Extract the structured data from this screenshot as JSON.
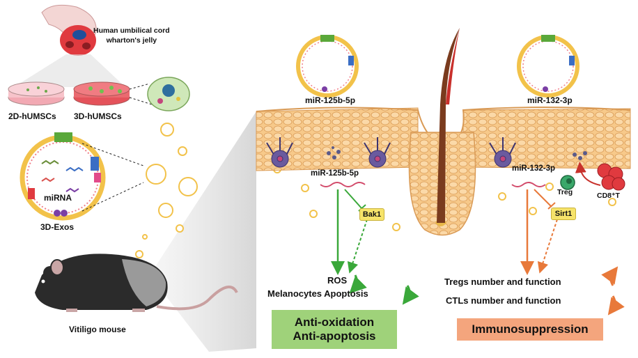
{
  "source": {
    "title": "Human umbilical cord",
    "subtitle": "wharton's jelly"
  },
  "culture": {
    "dish_2d": "2D-hUMSCs",
    "dish_3d": "3D-hUMSCs"
  },
  "exosome": {
    "cargo": "miRNA",
    "name": "3D-Exos"
  },
  "model": {
    "mouse": "Vitiligo mouse"
  },
  "left_pathway": {
    "top_label": "miR-125b-5p",
    "skin_label": "miR-125b-5p",
    "target": "Bak1",
    "outcome_1": "ROS",
    "outcome_2": "Melanocytes Apoptosis",
    "effect_line_1": "Anti-oxidation",
    "effect_line_2": "Anti-apoptosis"
  },
  "right_pathway": {
    "top_label": "miR-132-3p",
    "skin_label": "miR-132-3p",
    "target": "Sirt1",
    "cell_treg": "Treg",
    "cell_cd8": "CD8⁺T",
    "outcome_1": "Tregs number and function",
    "outcome_2": "CTLs number and function",
    "effect": "Immunosuppression"
  },
  "colors": {
    "green_arrow": "#3aa83a",
    "orange_arrow": "#e8793a",
    "green_box": "#9fd27a",
    "orange_box": "#f4a57d",
    "target_box": "#f6e36a"
  }
}
